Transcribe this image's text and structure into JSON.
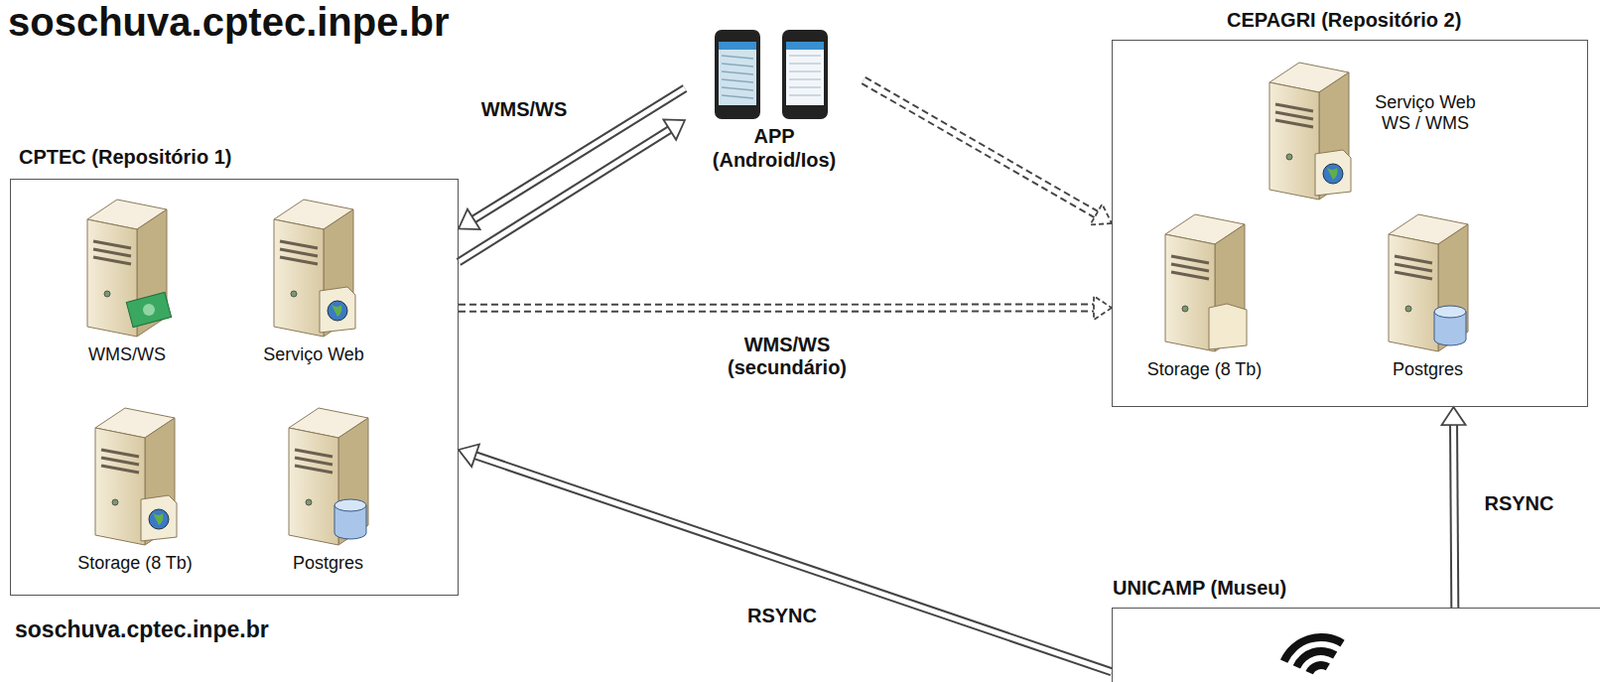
{
  "diagram": {
    "title": "soschuva.cptec.inpe.br",
    "nodes": [
      {
        "text": [
          "CPTEC (Repositório 1)",
          "soschuva.cptec.inpe.br"
        ]
      },
      {
        "text": [
          "WMS/WS"
        ],
        "in": 0
      },
      {
        "text": [
          "Serviço Web"
        ],
        "in": 0
      },
      {
        "text": [
          "Storage (8 Tb)"
        ],
        "in": 0
      },
      {
        "text": [
          "Postgres"
        ],
        "in": 0
      },
      {
        "text": [
          "APP (Android/Ios)"
        ]
      },
      {
        "text": [
          "CEPAGRI (Repositório 2)"
        ]
      },
      {
        "text": [
          "Serviço Web WS / WMS"
        ],
        "in": 6
      },
      {
        "text": [
          "Storage (8 Tb)"
        ],
        "in": 6
      },
      {
        "text": [
          "Postgres"
        ],
        "in": 6
      },
      {
        "text": [
          "UNICAMP (Museu)"
        ]
      }
    ],
    "edges": [
      {
        "from": 5,
        "to": 0,
        "label": "WMS/WS",
        "arrow": "to"
      },
      {
        "from": 0,
        "to": 5,
        "arrow": "to"
      },
      {
        "from": 5,
        "to": 6,
        "arrow": "to"
      },
      {
        "from": 0,
        "to": 6,
        "label": "WMS/WS (secundário)",
        "arrow": "to"
      },
      {
        "from": 10,
        "to": 0,
        "label": "RSYNC",
        "arrow": "to"
      },
      {
        "from": 10,
        "to": 6,
        "label": "RSYNC",
        "arrow": "to"
      }
    ]
  }
}
